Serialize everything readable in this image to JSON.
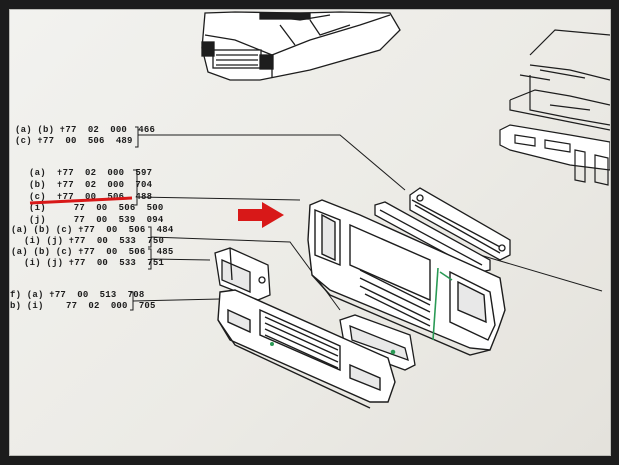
{
  "parts_list": [
    {
      "id": "g1-1",
      "text": "(a) (b) ✝77  02  000  466"
    },
    {
      "id": "g1-2",
      "text": "(c) ✝77  00  506  489"
    },
    {
      "id": "g2-1",
      "text": "(a)  ✝77  02  000  597"
    },
    {
      "id": "g2-2",
      "text": "(b)  ✝77  02  000  704"
    },
    {
      "id": "g2-3",
      "text": "(c)  ✝77  00  506  488"
    },
    {
      "id": "g2-4",
      "text": "(i)     77  00  506  500"
    },
    {
      "id": "g2-5",
      "text": "(j)     77  00  539  094"
    },
    {
      "id": "g3-1",
      "text": "(a) (b) (c) ✝77  00  506  484"
    },
    {
      "id": "g3-2",
      "text": "(i) (j) ✝77  00  533  750"
    },
    {
      "id": "g4-1",
      "text": "(a) (b) (c) ✝77  00  506  485"
    },
    {
      "id": "g4-2",
      "text": "(i) (j) ✝77  00  533  751"
    },
    {
      "id": "g5-1",
      "text": "f) (a) ✝77  00  513  708"
    },
    {
      "id": "g5-2",
      "text": "b) (i)    77  02  000  705"
    }
  ],
  "colors": {
    "highlight_red": "#d81818",
    "pencil_green": "#2a9a55",
    "ink": "#1d1d1d",
    "paper": "#efeeea"
  },
  "annotation": {
    "arrow_icon": "arrow-right-icon"
  }
}
